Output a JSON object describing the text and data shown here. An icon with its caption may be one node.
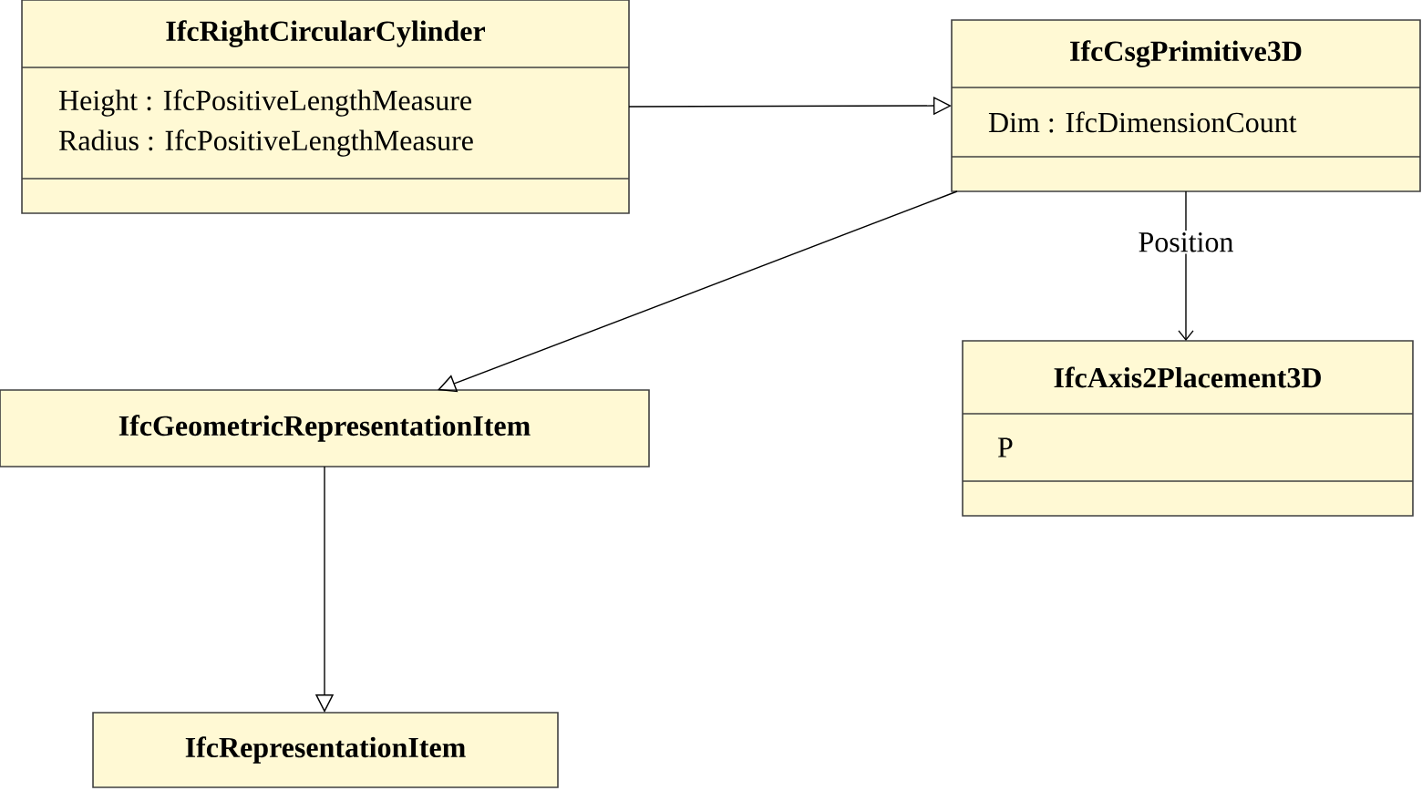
{
  "diagram": {
    "nodes": [
      {
        "text": [
          "IfcRightCircularCylinder",
          "Height : IfcPositiveLengthMeasure",
          "Radius : IfcPositiveLengthMeasure"
        ]
      },
      {
        "text": [
          "IfcCsgPrimitive3D",
          "Dim : IfcDimensionCount"
        ]
      },
      {
        "text": [
          "IfcAxis2Placement3D",
          "P"
        ]
      },
      {
        "text": [
          "IfcGeometricRepresentationItem"
        ]
      },
      {
        "text": [
          "IfcRepresentationItem"
        ]
      }
    ],
    "edges": [
      {
        "from": 0,
        "to": 1,
        "arrow": "to"
      },
      {
        "from": 1,
        "to": 2,
        "arrow": "to",
        "label": "Position"
      },
      {
        "from": 1,
        "to": 3,
        "arrow": "to"
      },
      {
        "from": 3,
        "to": 4,
        "arrow": "to"
      }
    ]
  }
}
